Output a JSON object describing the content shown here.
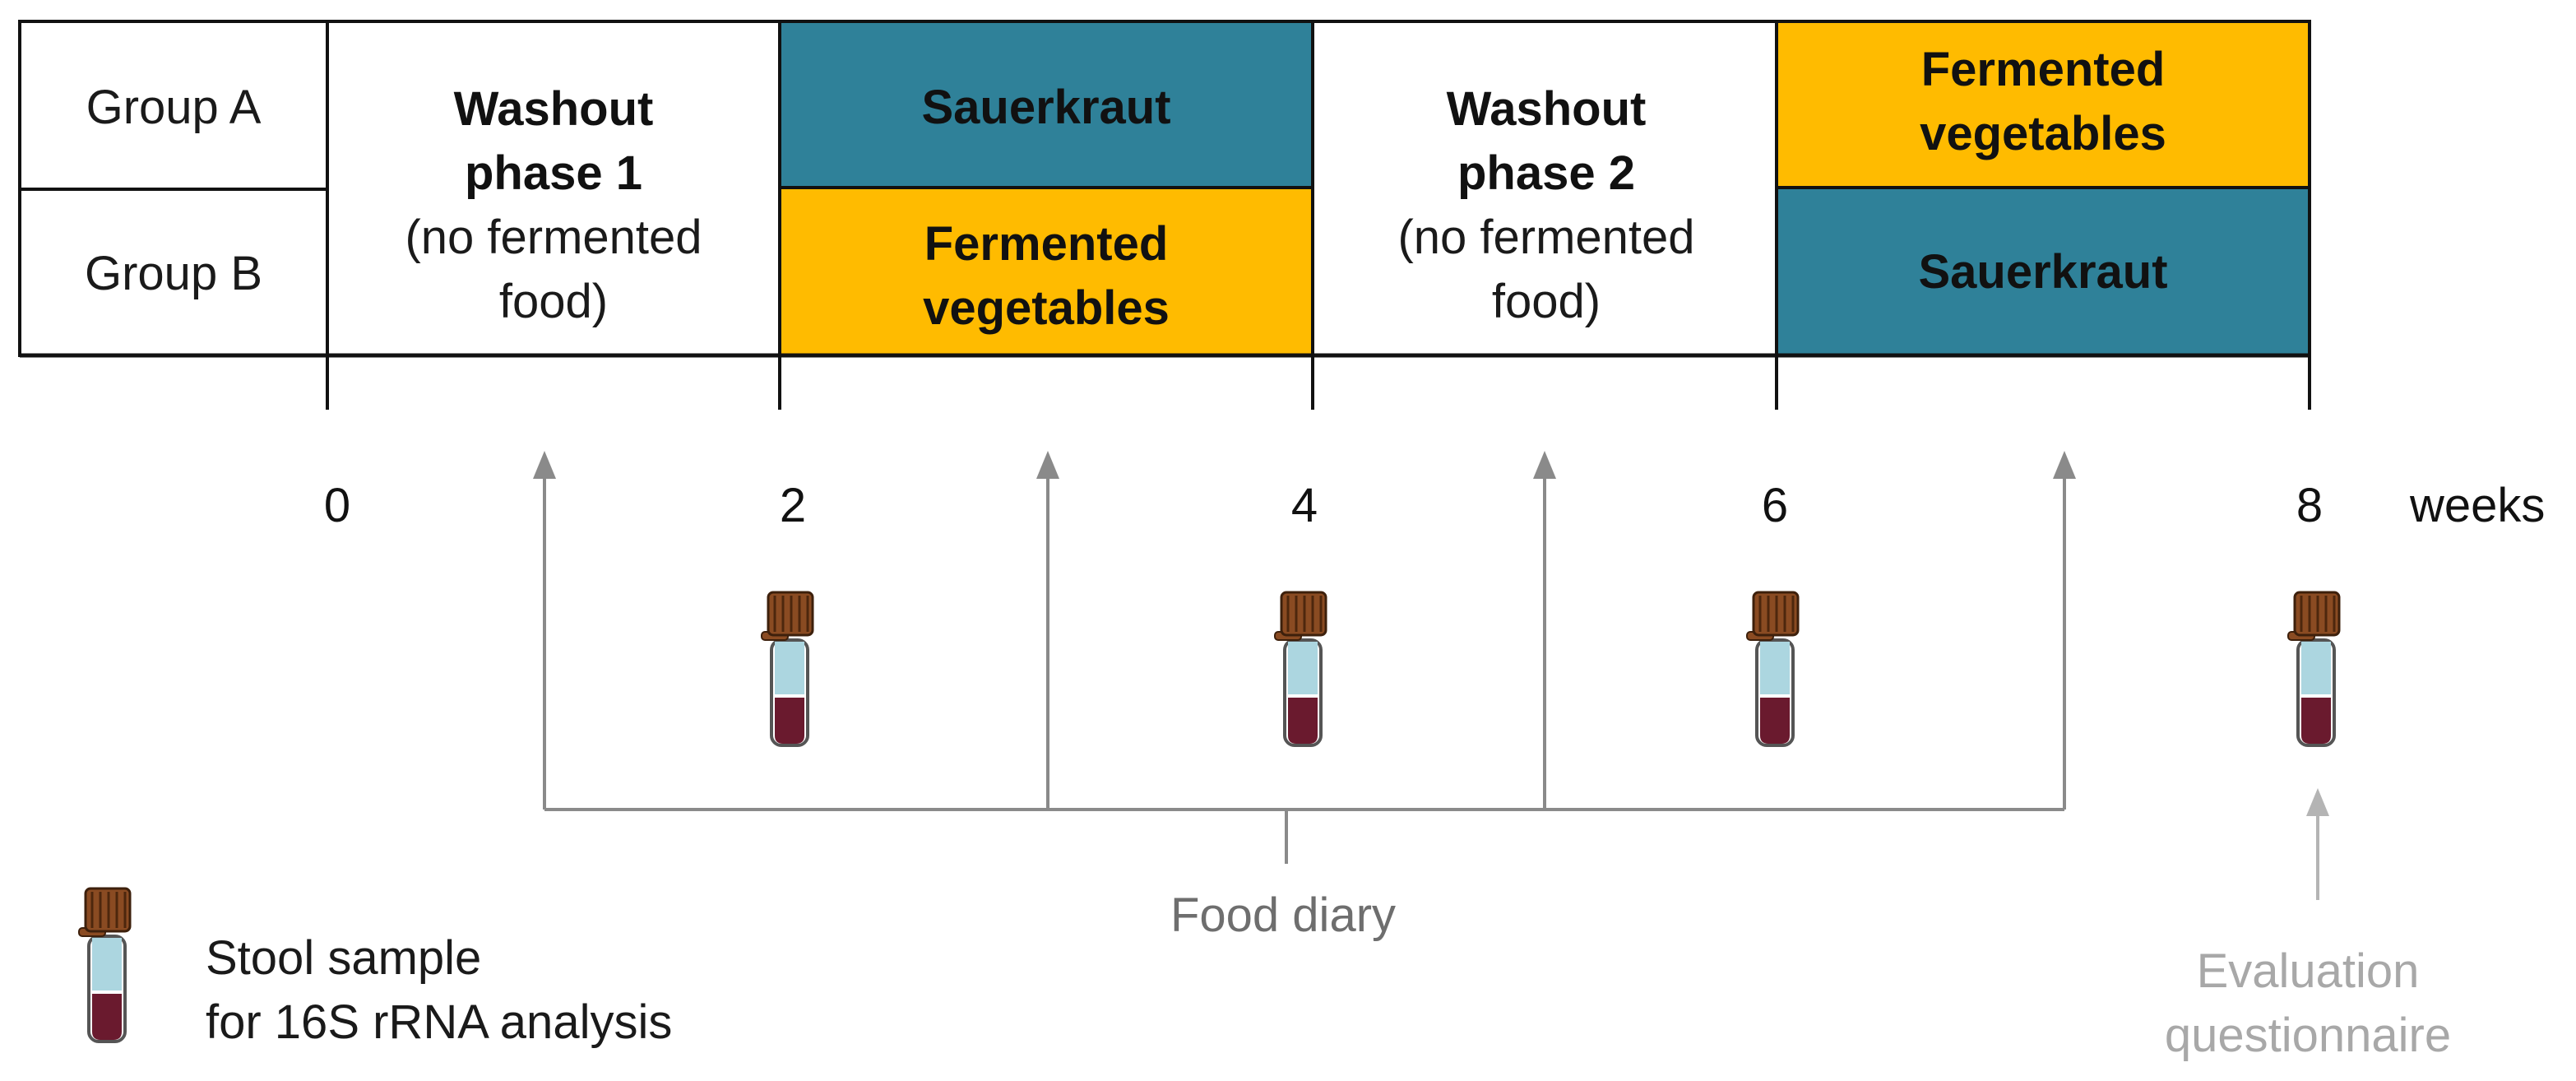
{
  "colors": {
    "sauerkraut": "#2f8199",
    "fermented": "#ffbb00",
    "arrow_dark": "#8a8a8a",
    "arrow_light": "#b4b4b4",
    "tube_cap": "#8a4b22",
    "tube_liquid": "#6a1a2e",
    "tube_top": "#acd6e0"
  },
  "groups": {
    "a": "Group A",
    "b": "Group B"
  },
  "phases": {
    "washout1": {
      "title_line1": "Washout",
      "title_line2": "phase 1",
      "sub_line1": "(no fermented",
      "sub_line2": "food)"
    },
    "washout2": {
      "title_line1": "Washout",
      "title_line2": "phase 2",
      "sub_line1": "(no fermented",
      "sub_line2": "food)"
    },
    "sauerkraut": "Sauerkraut",
    "fermented_line1": "Fermented",
    "fermented_line2": "vegetables"
  },
  "timeline": {
    "ticks": [
      "0",
      "2",
      "4",
      "6",
      "8"
    ],
    "unit": "weeks"
  },
  "food_diary": "Food diary",
  "evaluation": {
    "line1": "Evaluation",
    "line2": "questionnaire"
  },
  "legend": {
    "line1": "Stool sample",
    "line2": "for 16S rRNA analysis"
  }
}
